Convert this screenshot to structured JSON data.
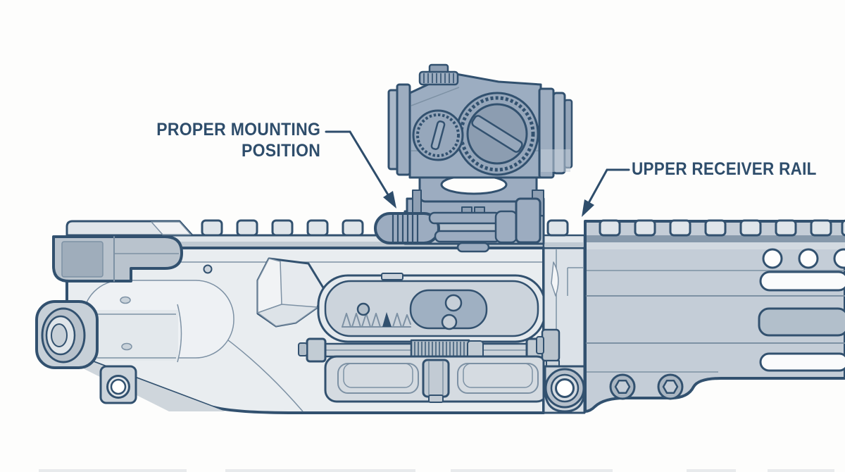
{
  "figure": {
    "type": "technical-diagram",
    "callouts": {
      "mounting_position": {
        "lines": [
          "PROPER MOUNTING",
          "POSITION"
        ]
      },
      "receiver_rail": {
        "label": "UPPER RECEIVER RAIL"
      }
    },
    "colors": {
      "label_text": "#2e4d6b",
      "outline_dark": "#32516f",
      "outline_light": "#7d91a4",
      "background": "#fdfdfc",
      "body_light": "#e9edf0",
      "body_mid": "#c5ced8",
      "body_dark": "#9cadc1"
    }
  }
}
